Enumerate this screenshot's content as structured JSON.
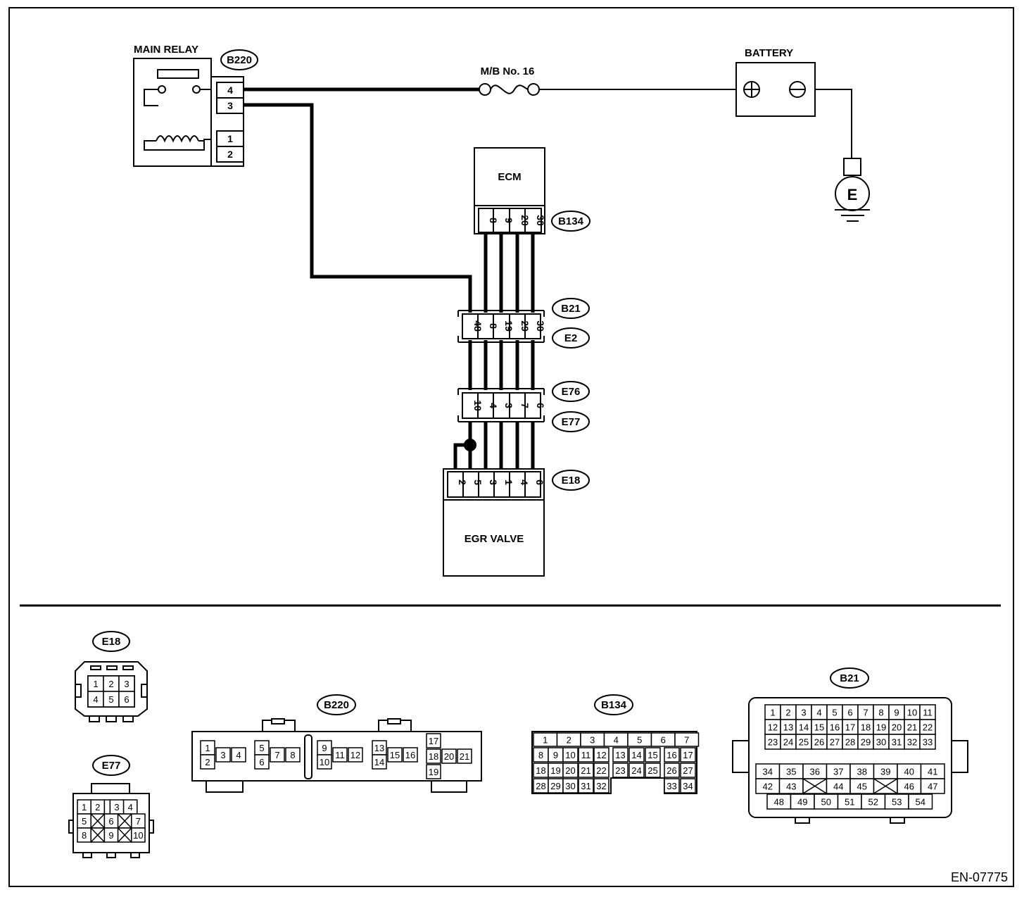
{
  "labels": {
    "main_relay": "MAIN RELAY",
    "battery": "BATTERY",
    "fuse": "M/B No. 16",
    "ecm": "ECM",
    "egr_valve": "EGR VALVE",
    "ground": "E",
    "figure_id": "EN-07775"
  },
  "connector_ids": {
    "b220": "B220",
    "b134": "B134",
    "b21": "B21",
    "e2": "E2",
    "e76": "E76",
    "e77": "E77",
    "e18": "E18"
  },
  "main_relay_pins": [
    "4",
    "3",
    "1",
    "2"
  ],
  "ecm_pins": [
    "8",
    "9",
    "20",
    "30"
  ],
  "b21_pins": [
    "48",
    "8",
    "19",
    "29",
    "30"
  ],
  "e76_pins": [
    "10",
    "4",
    "3",
    "7",
    "6"
  ],
  "e18_pins": [
    "2",
    "5",
    "3",
    "1",
    "4",
    "6"
  ],
  "connector_faces": {
    "e18": {
      "label": "E18",
      "rows": [
        [
          "1",
          "2",
          "3"
        ],
        [
          "4",
          "5",
          "6"
        ]
      ]
    },
    "e77": {
      "label": "E77",
      "rows": [
        [
          "1",
          "2",
          "",
          "3",
          "4"
        ],
        [
          "5",
          "",
          "6",
          "",
          "7"
        ],
        [
          "8",
          "",
          "9",
          "",
          "10"
        ]
      ]
    },
    "b220": {
      "label": "B220",
      "pins": [
        "1",
        "2",
        "3",
        "4",
        "5",
        "6",
        "7",
        "8",
        "9",
        "10",
        "11",
        "12",
        "13",
        "14",
        "15",
        "16",
        "17",
        "18",
        "20",
        "21",
        "19"
      ]
    },
    "b134": {
      "label": "B134",
      "rows": [
        [
          "1",
          "2",
          "3",
          "4",
          "5",
          "6",
          "7"
        ],
        [
          "8",
          "9",
          "10",
          "11",
          "12",
          "13",
          "14",
          "15",
          "16",
          "17"
        ],
        [
          "18",
          "19",
          "20",
          "21",
          "22",
          "23",
          "24",
          "25",
          "26",
          "27"
        ],
        [
          "28",
          "29",
          "30",
          "31",
          "32",
          "33",
          "34"
        ]
      ]
    },
    "b21": {
      "label": "B21",
      "rows": [
        [
          "1",
          "2",
          "3",
          "4",
          "5",
          "6",
          "7",
          "8",
          "9",
          "10",
          "11"
        ],
        [
          "12",
          "13",
          "14",
          "15",
          "16",
          "17",
          "18",
          "19",
          "20",
          "21",
          "22"
        ],
        [
          "23",
          "24",
          "25",
          "26",
          "27",
          "28",
          "29",
          "30",
          "31",
          "32",
          "33"
        ],
        [
          "34",
          "35",
          "36",
          "37",
          "38",
          "39",
          "40",
          "41"
        ],
        [
          "42",
          "43",
          "",
          "44",
          "45",
          "",
          "46",
          "47"
        ],
        [
          "48",
          "49",
          "50",
          "51",
          "52",
          "53",
          "54"
        ]
      ]
    }
  }
}
